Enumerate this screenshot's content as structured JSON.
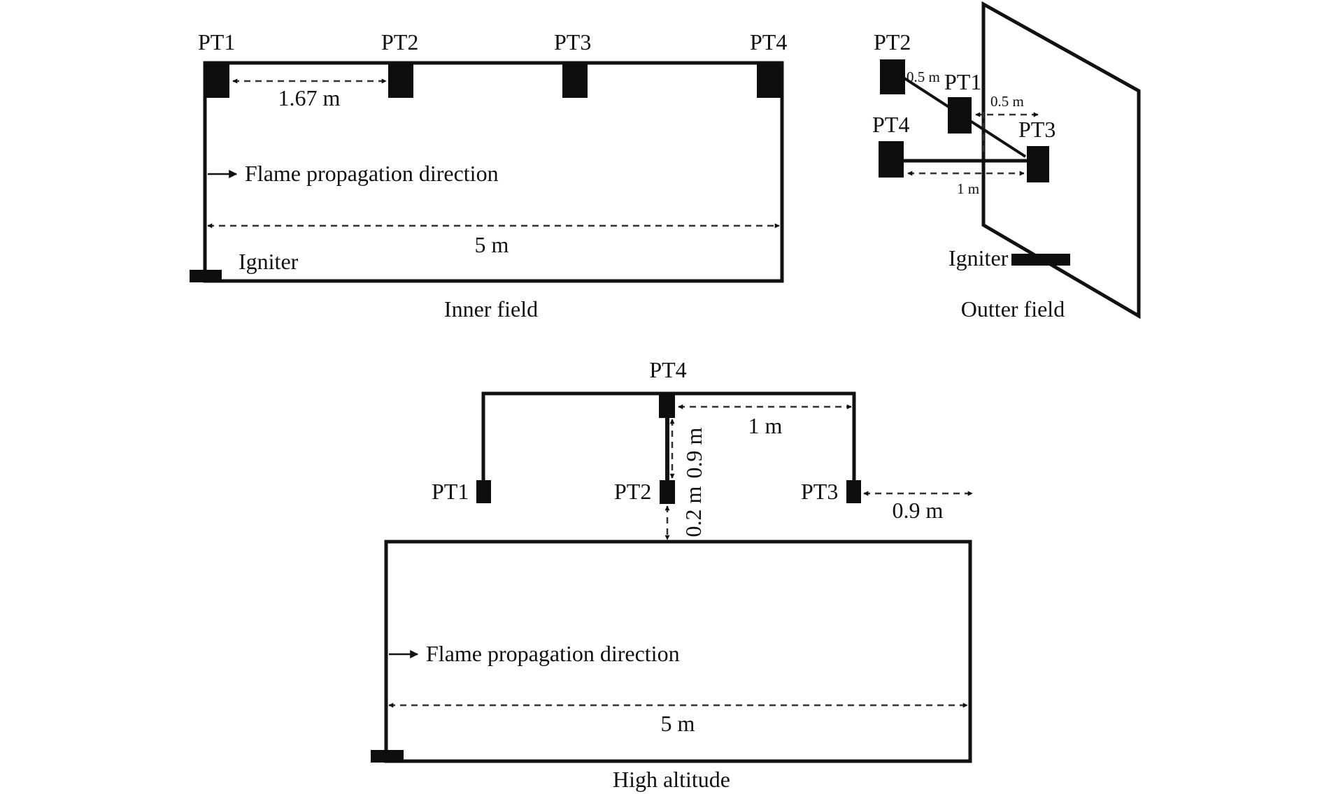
{
  "inner_field": {
    "caption": "Inner field",
    "sensors": [
      "PT1",
      "PT2",
      "PT3",
      "PT4"
    ],
    "spacing_label": "1.67 m",
    "length_label": "5 m",
    "direction_label": "Flame propagation direction",
    "igniter_label": "Igniter"
  },
  "outer_field": {
    "caption": "Outter field",
    "sensors": [
      "PT2",
      "PT1",
      "PT4",
      "PT3"
    ],
    "dist_pt2_pt1": "0.5 m",
    "dist_pt1_wall": "0.5 m",
    "dist_pt4_pt3": "1 m",
    "igniter_label": "Igniter"
  },
  "high_altitude": {
    "caption": "High altitude",
    "sensors": [
      "PT4",
      "PT1",
      "PT2",
      "PT3"
    ],
    "dist_horizontal": "1 m",
    "dist_vertical": "0.9 m",
    "dist_to_roof": "0.2 m",
    "dist_right": "0.9 m",
    "length_label": "5 m",
    "direction_label": "Flame propagation direction"
  }
}
